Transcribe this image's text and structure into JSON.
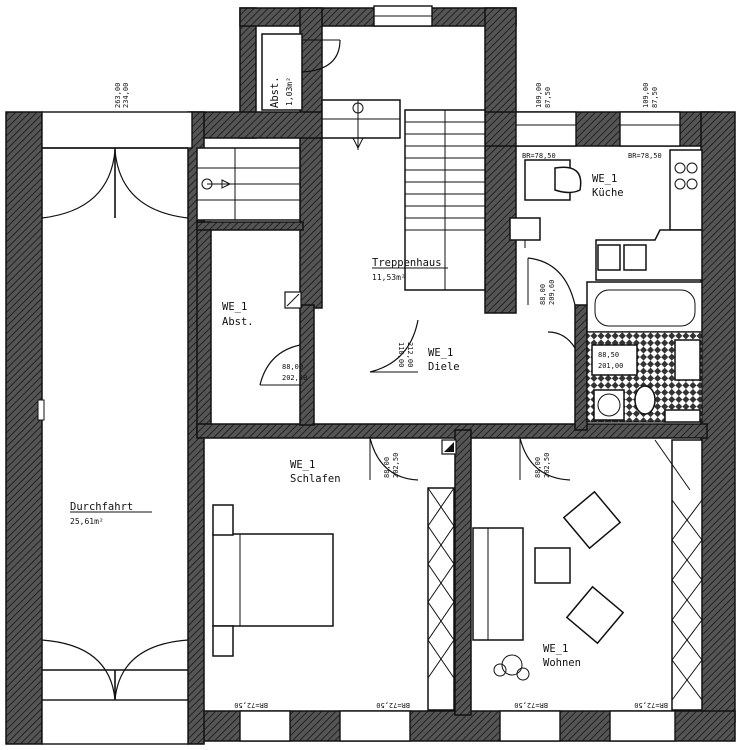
{
  "rooms": {
    "abst_small": {
      "name": "Abst.",
      "area": "1,03m²"
    },
    "treppenhaus": {
      "name": "Treppenhaus",
      "area": "11,53m²"
    },
    "kueche": {
      "unit": "WE_1",
      "name": "Küche"
    },
    "abst_we": {
      "unit": "WE_1",
      "name": "Abst."
    },
    "diele": {
      "unit": "WE_1",
      "name": "Diele"
    },
    "durchfahrt": {
      "name": "Durchfahrt",
      "area": "25,61m²"
    },
    "schlafen": {
      "unit": "WE_1",
      "name": "Schlafen"
    },
    "wohnen": {
      "unit": "WE_1",
      "name": "Wohnen"
    }
  },
  "dimensions": {
    "top_gate": [
      "263,00",
      "234,00"
    ],
    "kitchen_window_1": [
      "109,00",
      "87,50"
    ],
    "kitchen_window_2": [
      "109,00",
      "87,50"
    ],
    "br_kitchen_1": "BR=78,50",
    "br_kitchen_2": "BR=78,50",
    "door_kitchen": [
      "88,00",
      "209,60"
    ],
    "door_abst": [
      "88,00",
      "202,50"
    ],
    "door_diele": [
      "110,00",
      "212,00"
    ],
    "door_bath": [
      "88,50",
      "201,00"
    ],
    "door_schlafen": [
      "88,00",
      "202,50"
    ],
    "door_wohnen": [
      "88,00",
      "202,50"
    ],
    "br_bottom_1": "BR=72,50",
    "br_bottom_2": "BR=72,50",
    "br_bottom_3": "BR=72,50",
    "br_bottom_4": "BR=72,50"
  },
  "colors": {
    "wall": "#3b3b3b",
    "line": "#111111",
    "background": "#ffffff"
  }
}
